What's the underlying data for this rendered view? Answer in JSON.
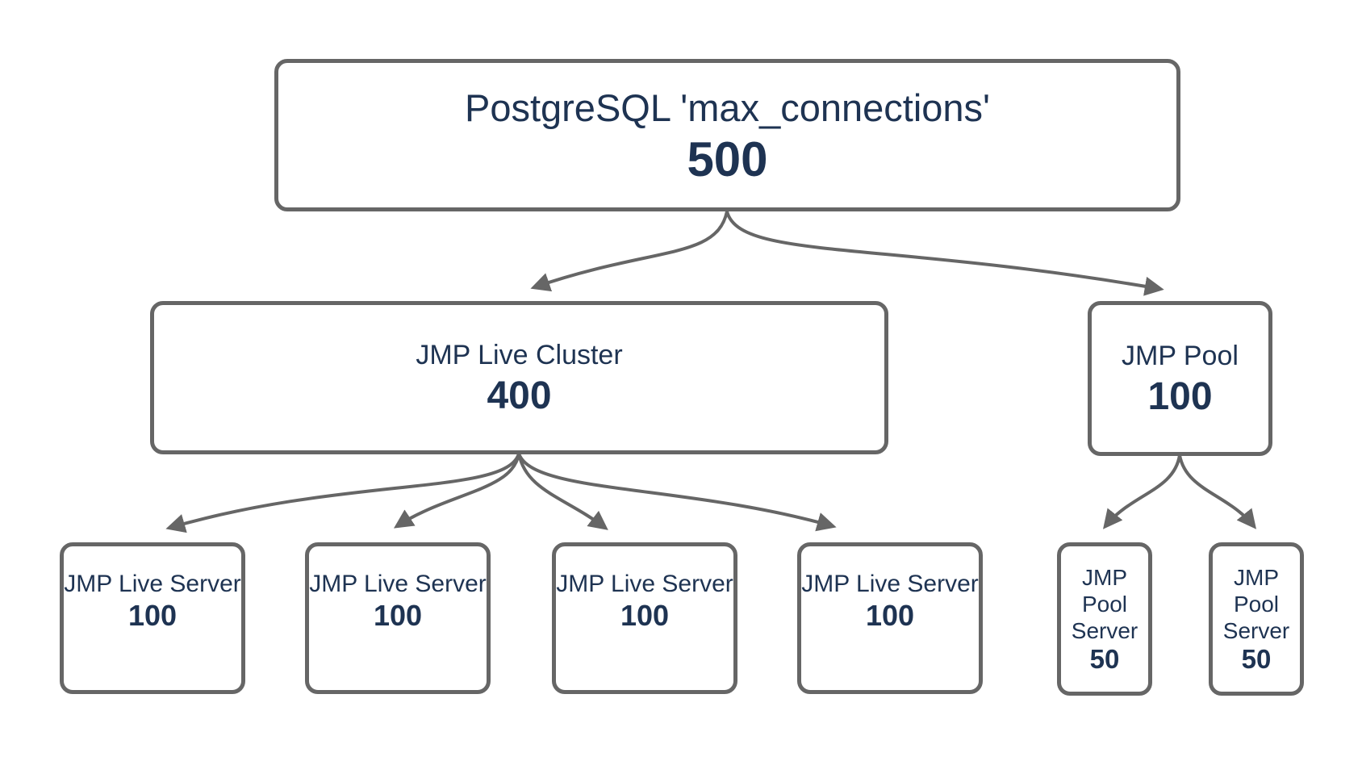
{
  "nodes": {
    "root": {
      "label": "PostgreSQL 'max_connections'",
      "value": "500"
    },
    "cluster": {
      "label": "JMP Live Cluster",
      "value": "400"
    },
    "pool": {
      "label": "JMP Pool",
      "value": "100"
    },
    "live_servers": [
      {
        "label": "JMP Live Server",
        "value": "100"
      },
      {
        "label": "JMP Live Server",
        "value": "100"
      },
      {
        "label": "JMP Live Server",
        "value": "100"
      },
      {
        "label": "JMP Live Server",
        "value": "100"
      }
    ],
    "pool_servers": [
      {
        "label": "JMP Pool Server",
        "value": "50"
      },
      {
        "label": "JMP Pool Server",
        "value": "50"
      }
    ]
  },
  "colors": {
    "text": "#1e3352",
    "line": "#666666",
    "node_fill": "#ffffff",
    "background": "#ffffff"
  }
}
